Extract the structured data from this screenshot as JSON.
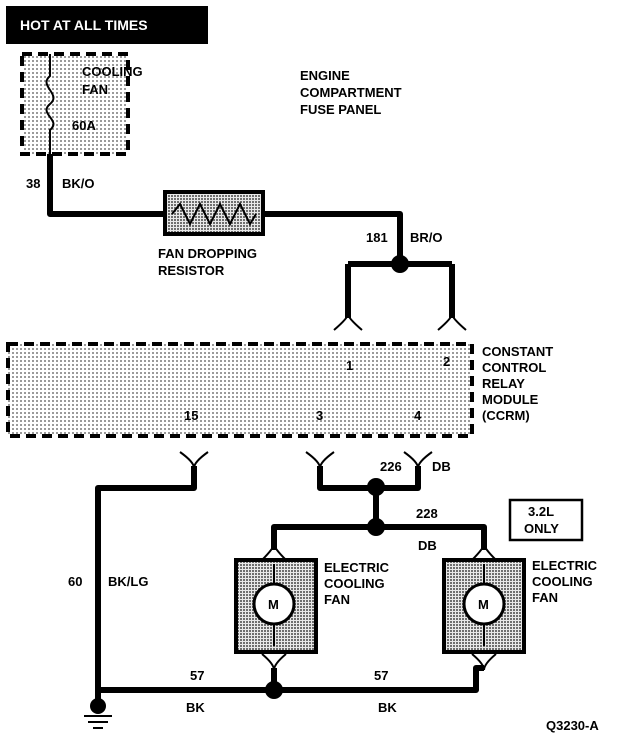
{
  "header": {
    "text": "HOT AT ALL TIMES"
  },
  "fuse": {
    "name_line1": "COOLING",
    "name_line2": "FAN",
    "rating": "60A"
  },
  "fuse_panel": {
    "line1": "ENGINE",
    "line2": "COMPARTMENT",
    "line3": "FUSE PANEL"
  },
  "wire_top": {
    "circuit": "38",
    "color": "BK/O"
  },
  "resistor": {
    "line1": "FAN DROPPING",
    "line2": "RESISTOR"
  },
  "wire_181": {
    "circuit": "181",
    "color": "BR/O"
  },
  "module": {
    "line1": "CONSTANT",
    "line2": "CONTROL",
    "line3": "RELAY",
    "line4": "MODULE",
    "line5": "(CCRM)",
    "pins": {
      "p1": "1",
      "p2": "2",
      "p3": "3",
      "p4": "4",
      "p15": "15"
    }
  },
  "wire_226": {
    "circuit": "226",
    "color": "DB"
  },
  "wire_228": {
    "circuit": "228",
    "color": "DB"
  },
  "option_box": {
    "line1": "3.2L",
    "line2": "ONLY"
  },
  "fan_left": {
    "line1": "ELECTRIC",
    "line2": "COOLING",
    "line3": "FAN",
    "motor": "M"
  },
  "fan_right": {
    "line1": "ELECTRIC",
    "line2": "COOLING",
    "line3": "FAN",
    "motor": "M"
  },
  "wire_60": {
    "circuit": "60",
    "color": "BK/LG"
  },
  "wire_57_left": {
    "circuit": "57",
    "color": "BK"
  },
  "wire_57_right": {
    "circuit": "57",
    "color": "BK"
  },
  "figure_id": "Q3230-A",
  "colors": {
    "ink": "#000000",
    "fill_dotted": "#c8c8c8",
    "background": "#ffffff"
  }
}
